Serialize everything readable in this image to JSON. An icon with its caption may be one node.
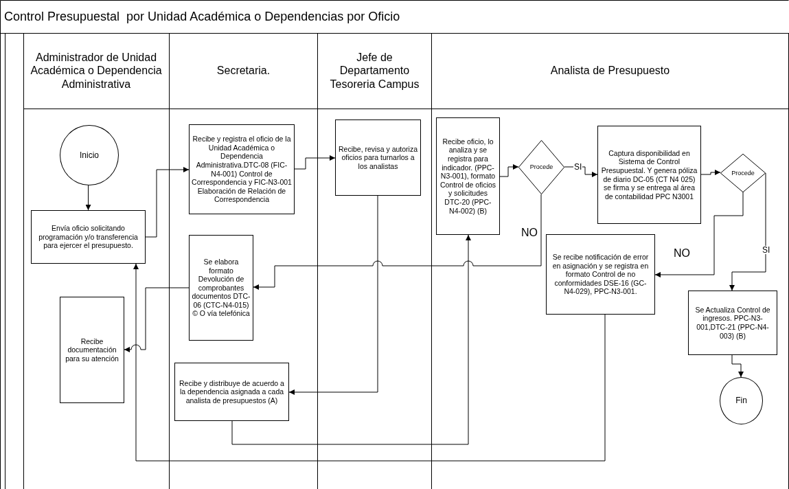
{
  "diagram": {
    "title": "Control Presupuestal  por Unidad Académica o Dependencias por Oficio",
    "nodes": [
      {
        "text": [
          "Administrador de Unidad Académica o Dependencia Administrativa"
        ]
      },
      {
        "text": [
          "Secretaria."
        ]
      },
      {
        "text": [
          "Jefe de Departamento Tesoreria Campus"
        ]
      },
      {
        "text": [
          "Analista de Presupuesto"
        ]
      },
      {
        "text": [
          "Inicio"
        ],
        "in": 0
      },
      {
        "text": [
          "Envía oficio solicitando programación y/o transferencia  para ejercer el presupuesto."
        ],
        "in": 0
      },
      {
        "text": [
          "Recibe documentación para su atención"
        ],
        "in": 0
      },
      {
        "text": [
          "Recibe y registra el oficio de la Unidad Académica o Dependencia Administrativa.DTC-08 (FIC-N4-001) Control de Correspondencia y FIC-N3-001 Elaboración de Relación de Correspondencia"
        ],
        "in": 1
      },
      {
        "text": [
          "Se elabora formato Devolución de comprobantes documentos DTC-06 (CTC-N4-015) © O vía telefónica"
        ],
        "in": 1
      },
      {
        "text": [
          "Recibe y distribuye de acuerdo a la dependencia asignada a cada analista de presupuestos (A)"
        ],
        "in": 1
      },
      {
        "text": [
          "Recibe, revisa y autoriza oficios para turnarlos a los analistas"
        ],
        "in": 2
      },
      {
        "text": [
          "Recibe  oficio, lo analiza  y se registra para indicador. (PPC-N3-001), formato Control de oficios y solicitudes DTC-20 (PPC-N4-002) (B)"
        ],
        "in": 3
      },
      {
        "text": [
          "Procede"
        ],
        "in": 3
      },
      {
        "text": [
          "Captura disponibilidad en Sistema de Control Presupuestal. Y genera póliza de diario DC-05 (CT N4 025) se firma y se entrega al área de contabilidad PPC N3001"
        ],
        "in": 3
      },
      {
        "text": [
          "Procede"
        ],
        "in": 3
      },
      {
        "text": [
          "Se recibe notificación de error en asignación y se registra en formato Control de no conformidades DSE-16 (GC-N4-029), PPC-N3-001."
        ],
        "in": 3
      },
      {
        "text": [
          "Se Actualiza  Control de ingresos. PPC-N3-001,DTC-21 (PPC-N4-003) (B)"
        ],
        "in": 3
      },
      {
        "text": [
          "Fin"
        ],
        "in": 3
      }
    ],
    "edges": [
      {
        "from": 4,
        "to": 5,
        "arrow": "to"
      },
      {
        "from": 5,
        "to": 7,
        "arrow": "to"
      },
      {
        "from": 7,
        "to": 10,
        "arrow": "to"
      },
      {
        "from": 10,
        "to": 9,
        "arrow": "to"
      },
      {
        "from": 9,
        "to": 11,
        "arrow": "to"
      },
      {
        "from": 11,
        "to": 12,
        "arrow": "to"
      },
      {
        "from": 12,
        "to": 13,
        "arrow": "to",
        "label": "SI"
      },
      {
        "from": 12,
        "to": 8,
        "arrow": "to",
        "label": "NO"
      },
      {
        "from": 13,
        "to": 14,
        "arrow": "to"
      },
      {
        "from": 14,
        "to": 15,
        "arrow": "to",
        "label": "NO"
      },
      {
        "from": 14,
        "to": 16,
        "arrow": "to",
        "label": "SI"
      },
      {
        "from": 16,
        "to": 17,
        "arrow": "to"
      },
      {
        "from": 8,
        "to": 6,
        "arrow": "to"
      },
      {
        "from": 15,
        "to": 5,
        "arrow": "to"
      }
    ]
  }
}
